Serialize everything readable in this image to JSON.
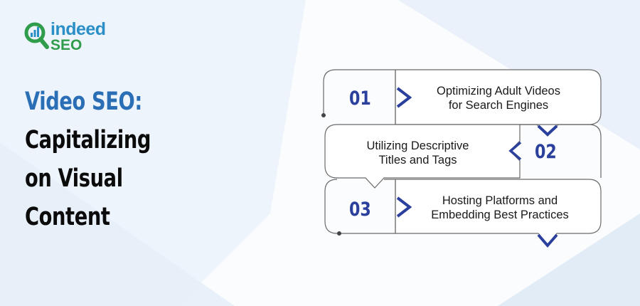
{
  "brand": {
    "name_primary": "indeed",
    "name_secondary": "SEO",
    "color_primary": "#2a8ec7",
    "color_secondary": "#2f9d4c"
  },
  "headline": {
    "line1": "Video SEO:",
    "line2": "Capitalizing",
    "line3": "on Visual",
    "line4": "Content",
    "accent_color": "#2a6fb5"
  },
  "steps": [
    {
      "number": "01",
      "text": "Optimizing Adult Videos\nfor Search Engines"
    },
    {
      "number": "02",
      "text": "Utilizing Descriptive\nTitles and Tags"
    },
    {
      "number": "03",
      "text": "Hosting Platforms and\nEmbedding Best Practices"
    }
  ],
  "colors": {
    "step_accent": "#2b3f9c",
    "outline": "#6a6a6a",
    "background": "#eef4fb"
  },
  "icons": {
    "logo_mark": "magnifier-bar-chart-icon",
    "step_arrow": "chevron-right-icon",
    "connector_arrow": "chevron-down-icon"
  }
}
